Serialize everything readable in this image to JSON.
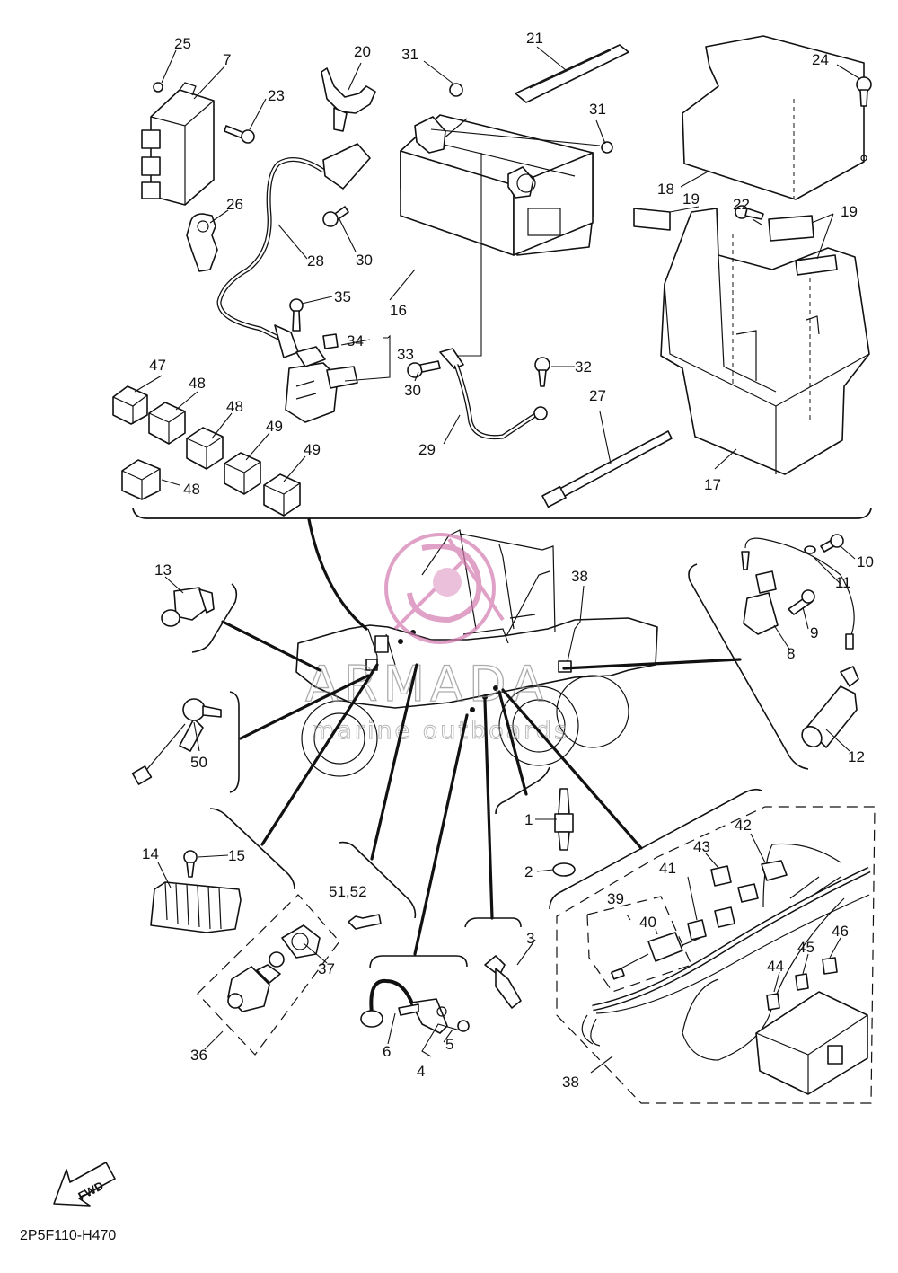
{
  "diagram": {
    "part_code": "2P5F110-H470",
    "watermark": {
      "brand": "ARMADA",
      "tagline": "marine outboards"
    },
    "direction_badge": "FWD",
    "callouts": {
      "c1": "1",
      "c2": "2",
      "c3": "3",
      "c4": "4",
      "c5": "5",
      "c6": "6",
      "c7": "7",
      "c8": "8",
      "c9": "9",
      "c10": "10",
      "c11": "11",
      "c12": "12",
      "c13": "13",
      "c14": "14",
      "c15": "15",
      "c16": "16",
      "c17": "17",
      "c18": "18",
      "c19a": "19",
      "c19b": "19",
      "c20": "20",
      "c21": "21",
      "c22": "22",
      "c23": "23",
      "c24": "24",
      "c25": "25",
      "c26": "26",
      "c27": "27",
      "c28": "28",
      "c29": "29",
      "c30a": "30",
      "c30b": "30",
      "c31a": "31",
      "c31b": "31",
      "c32": "32",
      "c33": "33",
      "c34": "34",
      "c35": "35",
      "c36": "36",
      "c37": "37",
      "c38a": "38",
      "c38b": "38",
      "c39": "39",
      "c40": "40",
      "c41": "41",
      "c42": "42",
      "c43": "43",
      "c44": "44",
      "c45": "45",
      "c46": "46",
      "c47": "47",
      "c48a": "48",
      "c48b": "48",
      "c48c": "48",
      "c49a": "49",
      "c49b": "49",
      "c50": "50",
      "c51_52": "51,52"
    }
  }
}
